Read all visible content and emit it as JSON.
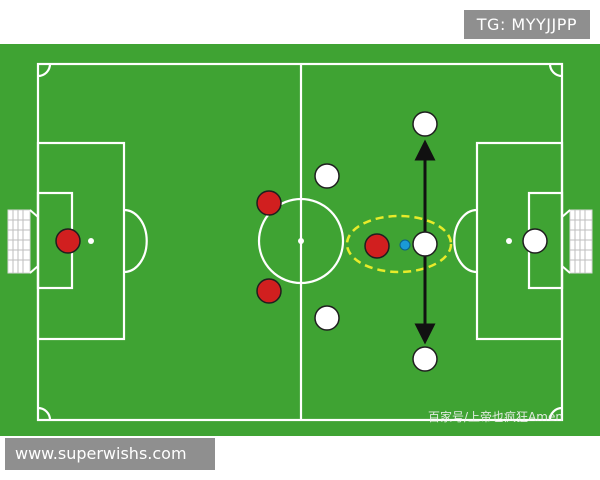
{
  "overlays": {
    "top_label": "TG: MYYJJPP",
    "bottom_label": "www.superwishs.com",
    "watermark": "百家号/上帝也疯狂Amen"
  },
  "colors": {
    "pitch_green": "#3fa333",
    "line_white": "#ffffff",
    "red_team": "#d11f1f",
    "white_team": "#ffffff",
    "ball_blue": "#1a9ad6",
    "highlight_yellow": "#e8eb2a",
    "arrow_black": "#111111"
  },
  "players": {
    "red": [
      "goalkeeper",
      "upper-midfielder",
      "lower-midfielder",
      "forward"
    ],
    "white": [
      "top-winger",
      "upper-midfielder",
      "lower-midfielder",
      "bottom-winger",
      "ball-carrier",
      "goalkeeper"
    ]
  },
  "icons": {
    "left_goal": "goal-net-icon",
    "right_goal": "goal-net-icon",
    "vertical_movement": "double-arrow-icon",
    "ball": "ball-icon",
    "focus_area": "dashed-ellipse-icon"
  }
}
